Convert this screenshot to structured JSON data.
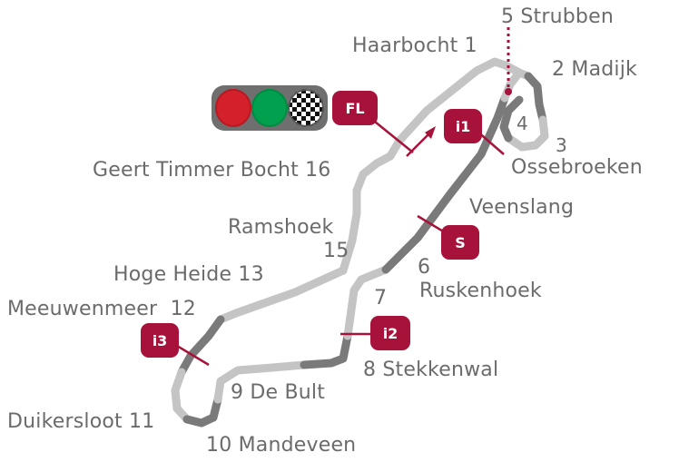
{
  "corners": {
    "c5": "5 Strubben",
    "c1": "Haarbocht 1",
    "c2": "2 Madijk",
    "c4": "4",
    "c3": "3",
    "ossebroeken": "Ossebroeken",
    "geert": "Geert Timmer Bocht 16",
    "veenslang": "Veenslang",
    "ramshoek": "Ramshoek",
    "c15": "15",
    "c6": "6",
    "hogeheide": "Hoge Heide 13",
    "ruskenhoek": "Ruskenhoek",
    "c7": "7",
    "meeuwenmeer": "Meeuwenmeer  12",
    "c8": "8 Stekkenwal",
    "c9": "9 De Bult",
    "duikersloot": "Duikersloot 11",
    "c10": "10 Mandeveen"
  },
  "badges": {
    "fl": "FL",
    "i1": "i1",
    "s": "S",
    "i2": "i2",
    "i3": "i3"
  },
  "colors": {
    "track_dark": "#7a7a7a",
    "track_light": "#c4c4c4",
    "accent": "#a6123a",
    "label": "#6b6b6b",
    "light_red": "#d4202a",
    "light_green": "#00a04e"
  },
  "icons": {
    "lights": "start-lights-icon",
    "flag": "checkered-flag-icon"
  }
}
